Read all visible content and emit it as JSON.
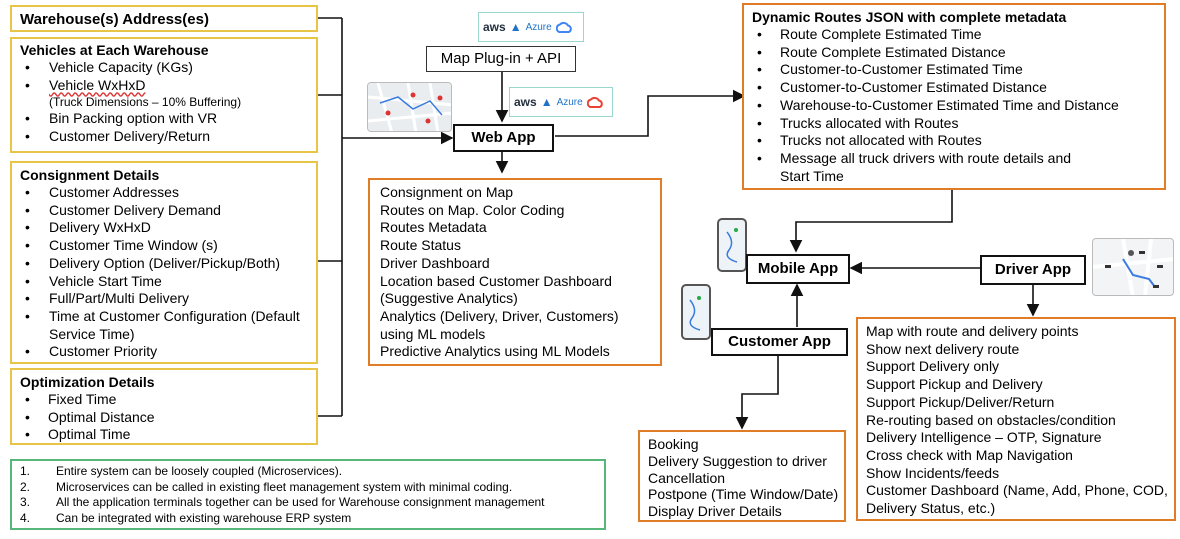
{
  "warehouse": {
    "title": "Warehouse(s) Address(es)"
  },
  "vehicles": {
    "title": "Vehicles at Each Warehouse",
    "items": [
      "Vehicle Capacity (KGs)",
      "Vehicle WxHxD",
      "Bin Packing option with VR",
      "Customer Delivery/Return"
    ],
    "sub": "(Truck Dimensions – 10% Buffering)"
  },
  "consignment": {
    "title": "Consignment Details",
    "items": [
      "Customer Addresses",
      "Customer Delivery Demand",
      "Delivery WxHxD",
      "Customer Time Window (s)",
      "Delivery Option (Deliver/Pickup/Both)",
      "Vehicle Start Time",
      "Full/Part/Multi Delivery",
      "Time at Customer Configuration (Default",
      "Customer Priority"
    ],
    "cont": "Service Time)"
  },
  "optimization": {
    "title": "Optimization Details",
    "items": [
      "Fixed Time",
      "Optimal Distance",
      "Optimal Time"
    ]
  },
  "notes": {
    "nums": [
      "1.",
      "2.",
      "3.",
      "4."
    ],
    "items": [
      "Entire system can be loosely coupled (Microservices).",
      "Microservices can be called in existing fleet management system with minimal coding.",
      "All the application terminals together can be used for Warehouse consignment management",
      "Can be integrated with existing warehouse ERP system"
    ]
  },
  "cloud": {
    "aws": "aws",
    "azure": "Azure"
  },
  "map_plugin": "Map Plug-in + API",
  "web_app": "Web App",
  "web_features": [
    "Consignment on Map",
    "Routes on Map. Color Coding",
    "Routes Metadata",
    "Route Status",
    "Driver Dashboard",
    "Location based Customer Dashboard",
    "(Suggestive Analytics)",
    "Analytics (Delivery, Driver, Customers)",
    "using ML models",
    "Predictive Analytics using ML Models"
  ],
  "routes": {
    "title": "Dynamic Routes JSON with complete metadata",
    "items": [
      "Route Complete Estimated Time",
      "Route Complete Estimated Distance",
      "Customer-to-Customer Estimated Time",
      "Customer-to-Customer Estimated Distance",
      "Warehouse-to-Customer Estimated Time and Distance",
      "Trucks allocated with Routes",
      "Trucks not allocated with Routes",
      "Message all truck drivers with route details and"
    ],
    "cont": "Start Time"
  },
  "mobile_app": "Mobile App",
  "driver_app": "Driver App",
  "customer_app": "Customer App",
  "customer_features": [
    "Booking",
    "Delivery Suggestion to driver",
    "Cancellation",
    "Postpone (Time Window/Date)",
    "Display Driver Details"
  ],
  "driver_features": [
    "Map with route and delivery points",
    "Show next delivery route",
    "Support Delivery only",
    "Support Pickup and Delivery",
    "Support Pickup/Deliver/Return",
    "Re-routing based on obstacles/condition",
    "Delivery Intelligence – OTP, Signature",
    "Cross check with Map Navigation",
    "Show Incidents/feeds",
    "Customer Dashboard (Name, Add, Phone, COD,",
    "Delivery Status, etc.)"
  ],
  "colors": {
    "yellow_border": "#e8c547",
    "orange_border": "#e07b28",
    "green_border": "#57b67a"
  }
}
